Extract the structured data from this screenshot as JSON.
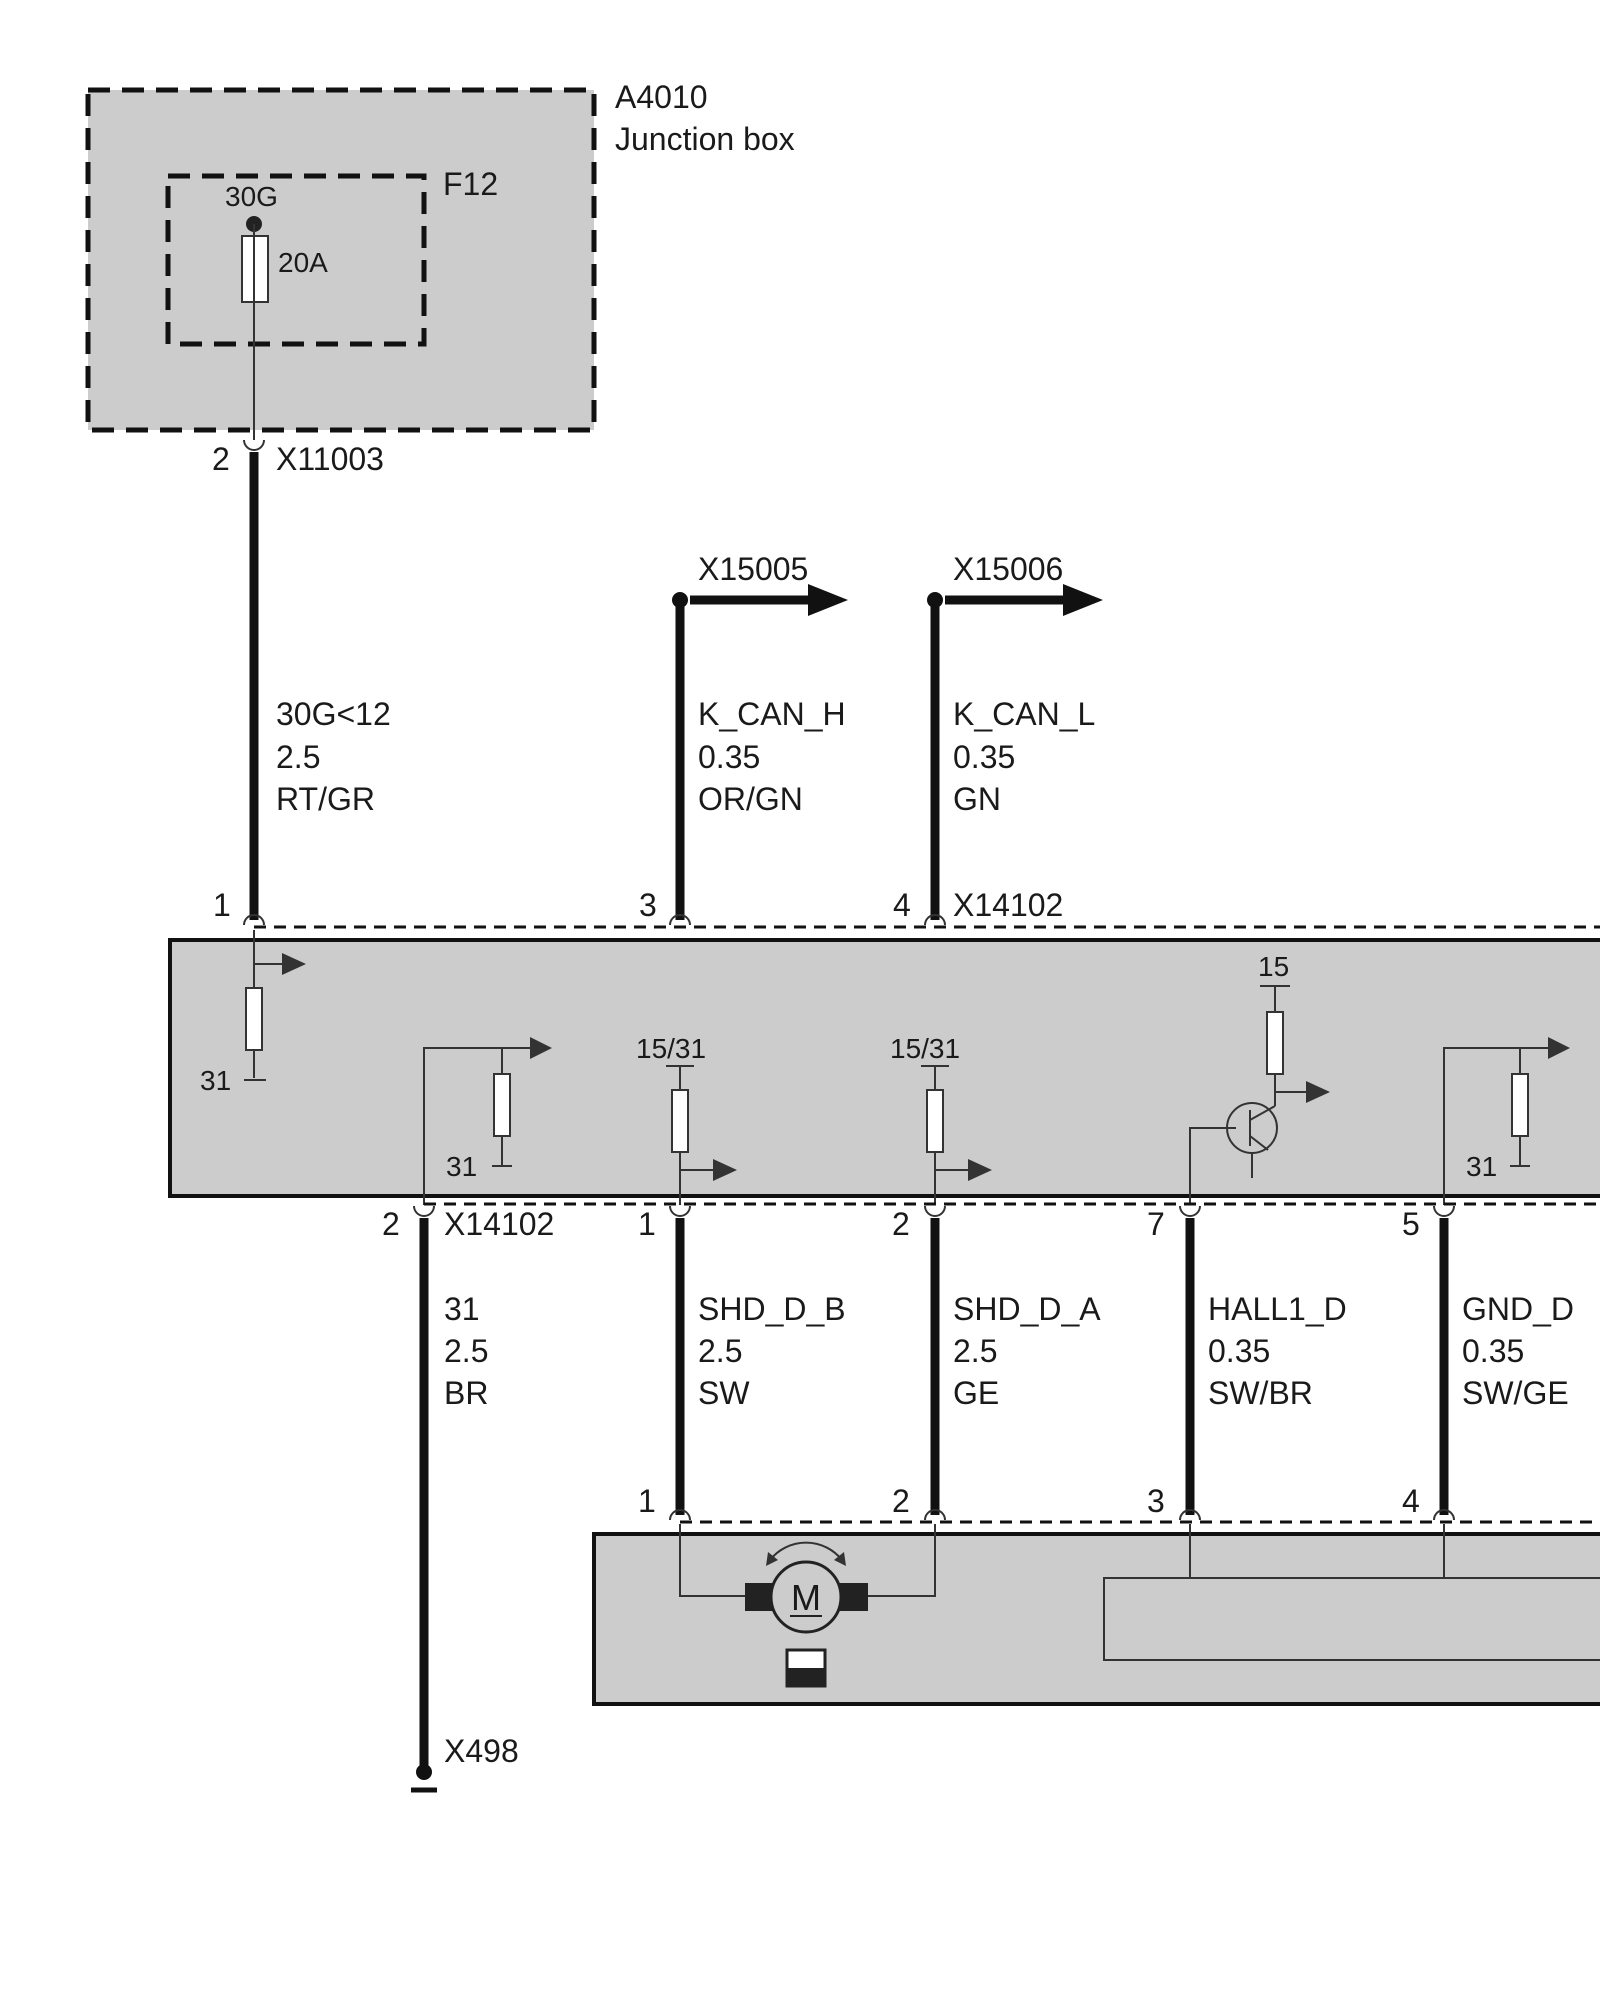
{
  "junction_box": {
    "id": "A4010",
    "name": "Junction box",
    "fuse_id": "F12",
    "fuse_terminal": "30G",
    "fuse_rating": "20A"
  },
  "connectors": {
    "x11003": "X11003",
    "x11003_pin": "2",
    "x15005": "X15005",
    "x15006": "X15006",
    "x14102_top": "X14102",
    "x14102_bottom": "X14102",
    "x498": "X498"
  },
  "top_pins": {
    "p1": "1",
    "p3": "3",
    "p4": "4"
  },
  "bottom_pins": {
    "p2": "2",
    "p1": "1",
    "p2b": "2",
    "p7": "7",
    "p5": "5"
  },
  "motor_pins": {
    "p1": "1",
    "p2": "2",
    "p3": "3",
    "p4": "4"
  },
  "wires": {
    "supply": {
      "signal": "30G<12",
      "gauge": "2.5",
      "color": "RT/GR"
    },
    "kcan_h": {
      "signal": "K_CAN_H",
      "gauge": "0.35",
      "color": "OR/GN"
    },
    "kcan_l": {
      "signal": "K_CAN_L",
      "gauge": "0.35",
      "color": "GN"
    },
    "ground": {
      "signal": "31",
      "gauge": "2.5",
      "color": "BR"
    },
    "shd_b": {
      "signal": "SHD_D_B",
      "gauge": "2.5",
      "color": "SW"
    },
    "shd_a": {
      "signal": "SHD_D_A",
      "gauge": "2.5",
      "color": "GE"
    },
    "hall": {
      "signal": "HALL1_D",
      "gauge": "0.35",
      "color": "SW/BR"
    },
    "gnd_d": {
      "signal": "GND_D",
      "gauge": "0.35",
      "color": "SW/GE"
    }
  },
  "internal_labels": {
    "gnd_left": "31",
    "gnd_mid": "31",
    "gnd_right": "31",
    "ref_a": "15/31",
    "ref_b": "15/31",
    "ref_15": "15"
  },
  "motor_symbol": "M"
}
